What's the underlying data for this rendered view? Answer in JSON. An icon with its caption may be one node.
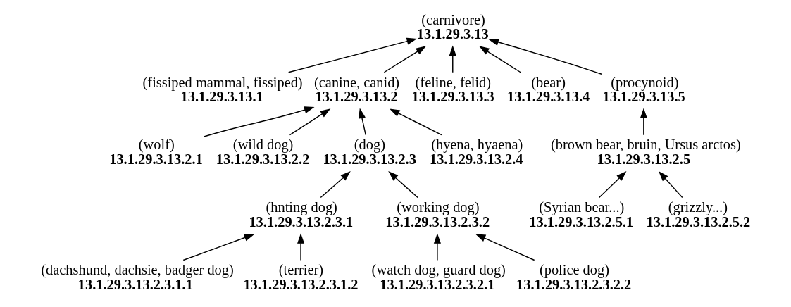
{
  "diagram": {
    "nodes": [
      {
        "text": [
          "(carnivore)",
          "13.1.29.3.13"
        ]
      },
      {
        "text": [
          "(fissiped mammal, fissiped)",
          "13.1.29.3.13.1"
        ]
      },
      {
        "text": [
          "(canine, canid)",
          "13.1.29.3.13.2"
        ]
      },
      {
        "text": [
          "(feline, felid)",
          "13.1.29.3.13.3"
        ]
      },
      {
        "text": [
          "(bear)",
          "13.1.29.3.13.4"
        ]
      },
      {
        "text": [
          "(procynoid)",
          "13.1.29.3.13.5"
        ]
      },
      {
        "text": [
          "(wolf)",
          "13.1.29.3.13.2.1"
        ]
      },
      {
        "text": [
          "(wild dog)",
          "13.1.29.3.13.2.2"
        ]
      },
      {
        "text": [
          "(dog)",
          "13.1.29.3.13.2.3"
        ]
      },
      {
        "text": [
          "(hyena, hyaena)",
          "13.1.29.3.13.2.4"
        ]
      },
      {
        "text": [
          "(brown bear, bruin, Ursus arctos)",
          "13.1.29.3.13.2.5"
        ]
      },
      {
        "text": [
          "(hnting dog)",
          "13.1.29.3.13.2.3.1"
        ]
      },
      {
        "text": [
          "(working dog)",
          "13.1.29.3.13.2.3.2"
        ]
      },
      {
        "text": [
          "(Syrian bear...)",
          "13.1.29.3.13.2.5.1"
        ]
      },
      {
        "text": [
          "(grizzly...)",
          "13.1.29.3.13.2.5.2"
        ]
      },
      {
        "text": [
          "(dachshund, dachsie, badger dog)",
          "13.1.29.3.13.2.3.1.1"
        ]
      },
      {
        "text": [
          "(terrier)",
          "13.1.29.3.13.2.3.1.2"
        ]
      },
      {
        "text": [
          "(watch dog, guard dog)",
          "13.1.29.3.13.2.3.2.1"
        ]
      },
      {
        "text": [
          "(police dog)",
          "13.1.29.3.13.2.3.2.2"
        ]
      }
    ],
    "edges": [
      {
        "from": 1,
        "to": 0,
        "arrow": "to"
      },
      {
        "from": 2,
        "to": 0,
        "arrow": "to"
      },
      {
        "from": 3,
        "to": 0,
        "arrow": "to"
      },
      {
        "from": 4,
        "to": 0,
        "arrow": "to"
      },
      {
        "from": 5,
        "to": 0,
        "arrow": "to"
      },
      {
        "from": 6,
        "to": 2,
        "arrow": "to"
      },
      {
        "from": 7,
        "to": 2,
        "arrow": "to"
      },
      {
        "from": 8,
        "to": 2,
        "arrow": "to"
      },
      {
        "from": 9,
        "to": 2,
        "arrow": "to"
      },
      {
        "from": 10,
        "to": 5,
        "arrow": "to"
      },
      {
        "from": 11,
        "to": 8,
        "arrow": "to"
      },
      {
        "from": 12,
        "to": 8,
        "arrow": "to"
      },
      {
        "from": 13,
        "to": 10,
        "arrow": "to"
      },
      {
        "from": 14,
        "to": 10,
        "arrow": "to"
      },
      {
        "from": 15,
        "to": 11,
        "arrow": "to"
      },
      {
        "from": 16,
        "to": 11,
        "arrow": "to"
      },
      {
        "from": 17,
        "to": 12,
        "arrow": "to"
      },
      {
        "from": 18,
        "to": 12,
        "arrow": "to"
      }
    ]
  }
}
